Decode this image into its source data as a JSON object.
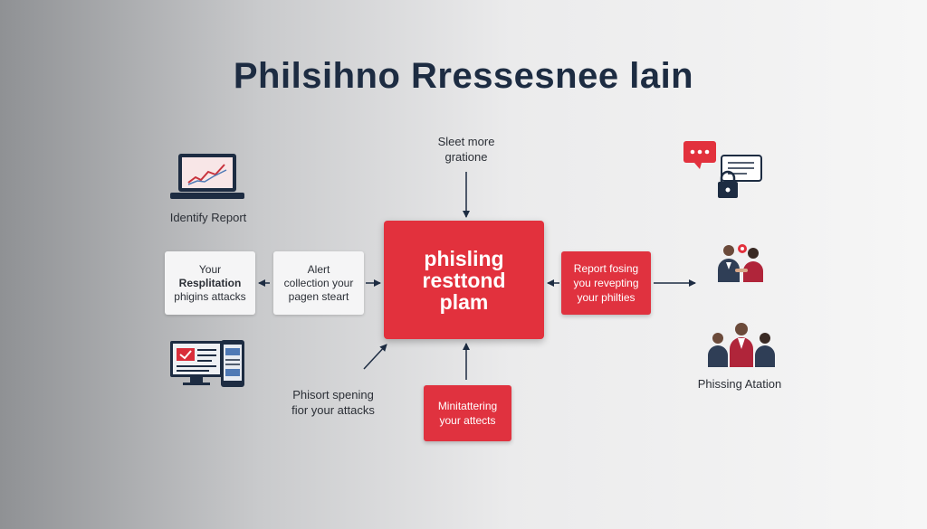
{
  "title": "Philsihno Rressesnee lain",
  "colors": {
    "accent": "#e2313d",
    "navy": "#1d2c42"
  },
  "nodes": {
    "top_label": "Sleet more\ngratione",
    "identify_label": "Identify Report",
    "reputation_line1": "Your",
    "reputation_line2": "Resplitation",
    "reputation_line3": "phigins attacks",
    "alert": "Alert\ncollection your\npagen steart",
    "center": "phisling\nresttond\nplam",
    "report_focus": "Report fosing\nyou revepting\nyour philties",
    "bottom_left": "Phisort spening\nfior your attacks",
    "monitoring": "Minitattering\nyour attects",
    "phishing_ation": "Phissing Atation"
  },
  "icons": [
    "laptop-chart-icon",
    "chat-lock-icon",
    "people-meeting-icon",
    "computer-devices-icon",
    "team-icon"
  ]
}
